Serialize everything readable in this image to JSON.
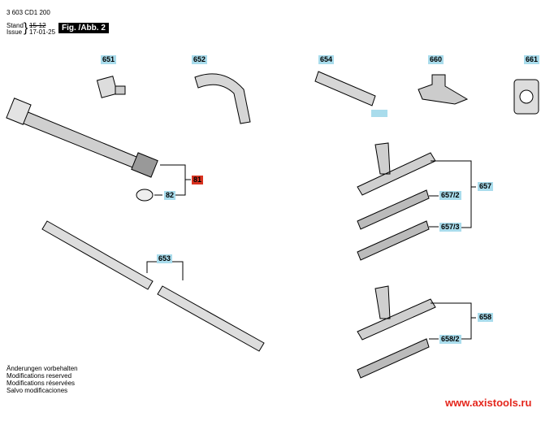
{
  "header": {
    "part_number": "3 603 CD1 200",
    "stand_label": "Stand",
    "issue_label": "Issue",
    "stand_value": "15-12",
    "issue_value": "17-01-25",
    "figure": "Fig. /Abb. 2"
  },
  "labels": {
    "p651": "651",
    "p652": "652",
    "p654": "654",
    "p660": "660",
    "p661": "661",
    "p81": "81",
    "p82": "82",
    "p653": "653",
    "p657": "657",
    "p657_2": "657/2",
    "p657_3": "657/3",
    "p658": "658",
    "p658_2": "658/2"
  },
  "notes": [
    "Änderungen vorbehalten",
    "Modifications reserved",
    "Modifications réservées",
    "Salvo modificaciones"
  ],
  "website": "www.axistools.ru",
  "colors": {
    "label_bg": "#a9dcec",
    "highlight": "#d9321f",
    "website": "#e4261c"
  }
}
